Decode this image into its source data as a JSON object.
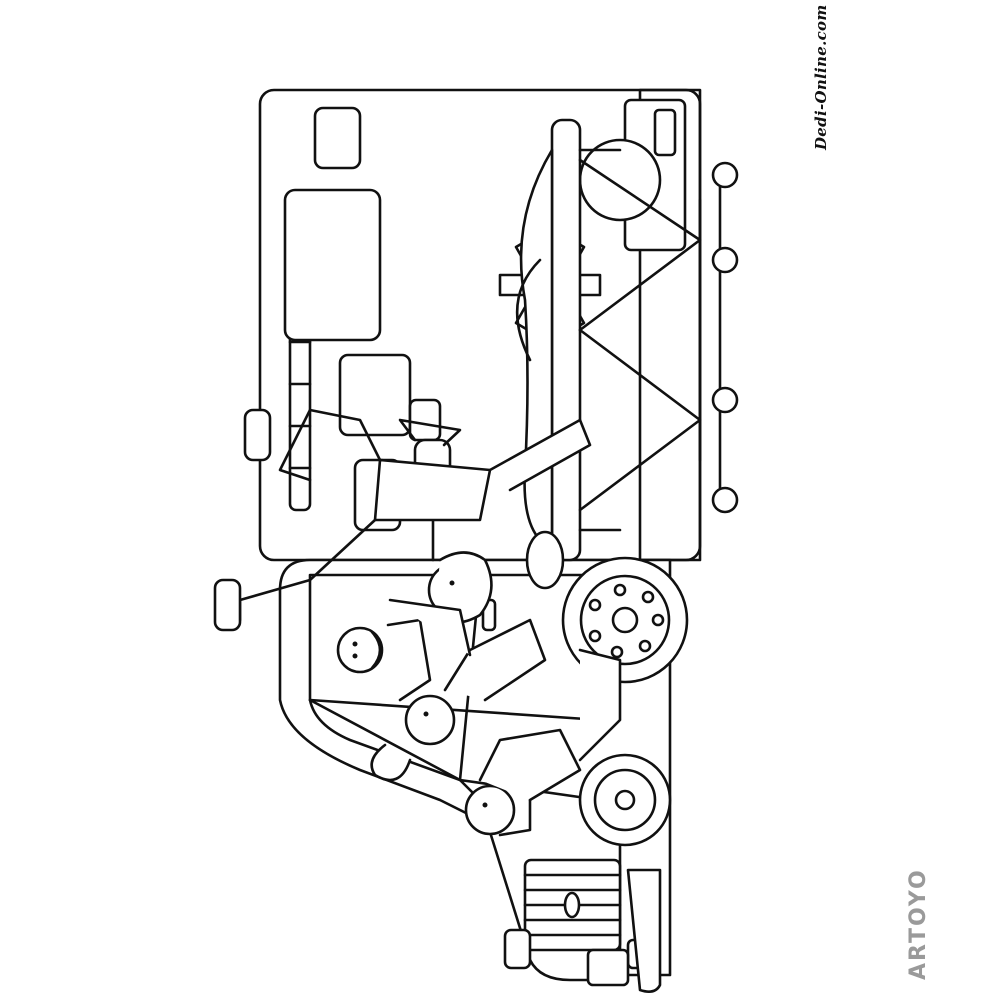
{
  "illustration": {
    "subject": "coloring page: ambulance with paramedics loading a patient on a stretcher",
    "palette": {
      "ink": "#111111",
      "paper": "#ffffff",
      "brand_gray": "#9a9a9a"
    }
  },
  "watermarks": {
    "site": "Dedi-Online.com",
    "brand": "ARTOYO"
  }
}
